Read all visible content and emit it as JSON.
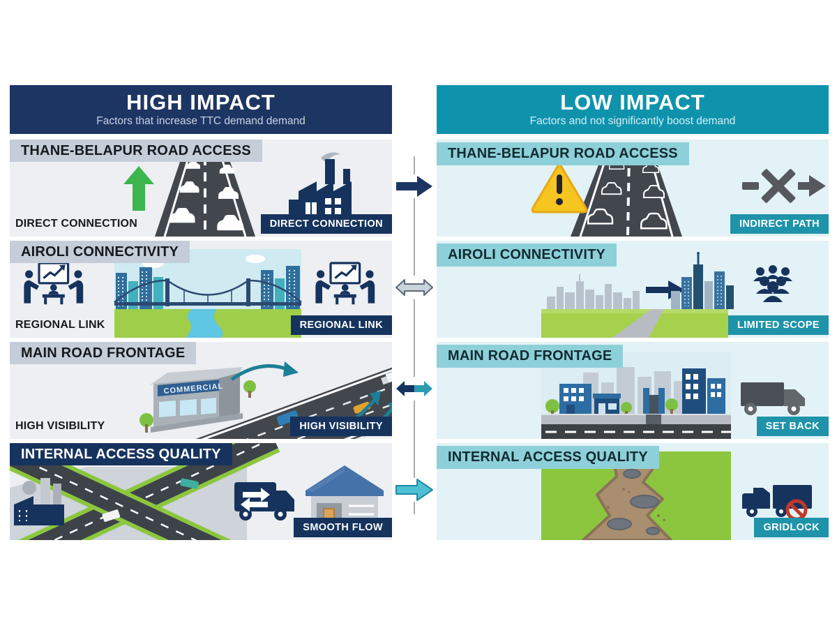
{
  "left_panel": {
    "title": "HIGH IMPACT",
    "subtitle": "Factors that increase TTC demand demand",
    "rows": [
      {
        "header": "THANE-BELAPUR ROAD ACCESS",
        "caption": "DIRECT CONNECTION",
        "badge": "DIRECT CONNECTION"
      },
      {
        "header": "AIROLI CONNECTIVITY",
        "caption": "REGIONAL LINK",
        "badge": "REGIONAL LINK"
      },
      {
        "header": "MAIN ROAD FRONTAGE",
        "caption": "HIGH VISIBILITY",
        "badge": "HIGH VISIBILITY"
      },
      {
        "header": "INTERNAL ACCESS QUALITY",
        "badge": "SMOOTH FLOW"
      }
    ]
  },
  "right_panel": {
    "title": "LOW IMPACT",
    "subtitle": "Factors and not significantly boost demand",
    "rows": [
      {
        "header": "THANE-BELAPUR ROAD ACCESS",
        "badge": "INDIRECT PATH"
      },
      {
        "header": "AIROLI CONNECTIVITY",
        "badge": "LIMITED SCOPE"
      },
      {
        "header": "MAIN ROAD FRONTAGE",
        "badge": "SET BACK"
      },
      {
        "header": "INTERNAL ACCESS QUALITY",
        "badge": "GRIDLOCK"
      }
    ]
  },
  "labels": {
    "commercial_sign": "COMMERCIAL"
  },
  "connector": {
    "arrows": [
      "right-navy",
      "double-gray",
      "double-navy-teal",
      "right-teal"
    ]
  },
  "colors": {
    "navy": "#1d3563",
    "teal": "#0f93ad",
    "badge_navy": "#16335e",
    "badge_teal": "#1f93a9",
    "left_row_bg": "#edeff3",
    "right_row_bg": "#e3f2f6",
    "left_bar": "#c5cdd9",
    "right_bar": "#8ed0d9",
    "green_arrow": "#3cb54e",
    "warning_yellow": "#f6c51f",
    "grass_green": "#9fce4a"
  }
}
